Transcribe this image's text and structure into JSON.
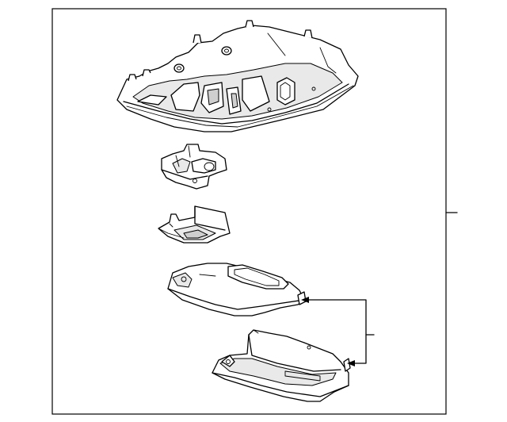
{
  "diagram": {
    "parts": [
      {
        "id": "overhead-console-housing"
      },
      {
        "id": "lamp-bracket"
      },
      {
        "id": "lamp-socket-module"
      },
      {
        "id": "upper-lens-panel"
      },
      {
        "id": "lower-storage-bin"
      }
    ],
    "callouts": [
      {
        "id": "assembly-leader"
      },
      {
        "id": "shared-bracket-leader"
      }
    ],
    "colors": {
      "line": "#000000",
      "background": "#ffffff",
      "shade": "#e9e9e9"
    }
  }
}
